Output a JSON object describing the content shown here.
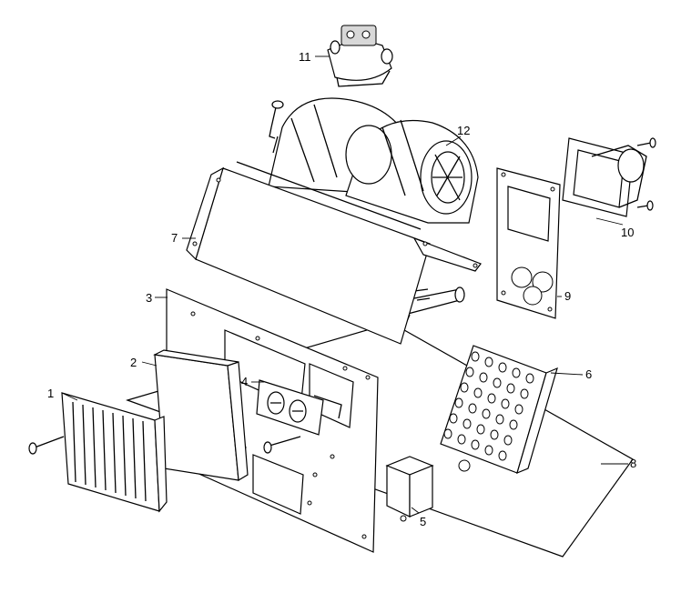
{
  "callouts": [
    {
      "id": "1",
      "label": "1"
    },
    {
      "id": "2",
      "label": "2"
    },
    {
      "id": "3",
      "label": "3"
    },
    {
      "id": "4",
      "label": "4"
    },
    {
      "id": "5",
      "label": "5"
    },
    {
      "id": "6",
      "label": "6"
    },
    {
      "id": "7",
      "label": "7"
    },
    {
      "id": "8",
      "label": "8"
    },
    {
      "id": "9",
      "label": "9"
    },
    {
      "id": "10",
      "label": "10"
    },
    {
      "id": "11",
      "label": "11"
    },
    {
      "id": "12",
      "label": "12"
    }
  ],
  "colors": {
    "line": "#000000",
    "background": "#ffffff",
    "shade": "#d8d8d8"
  }
}
